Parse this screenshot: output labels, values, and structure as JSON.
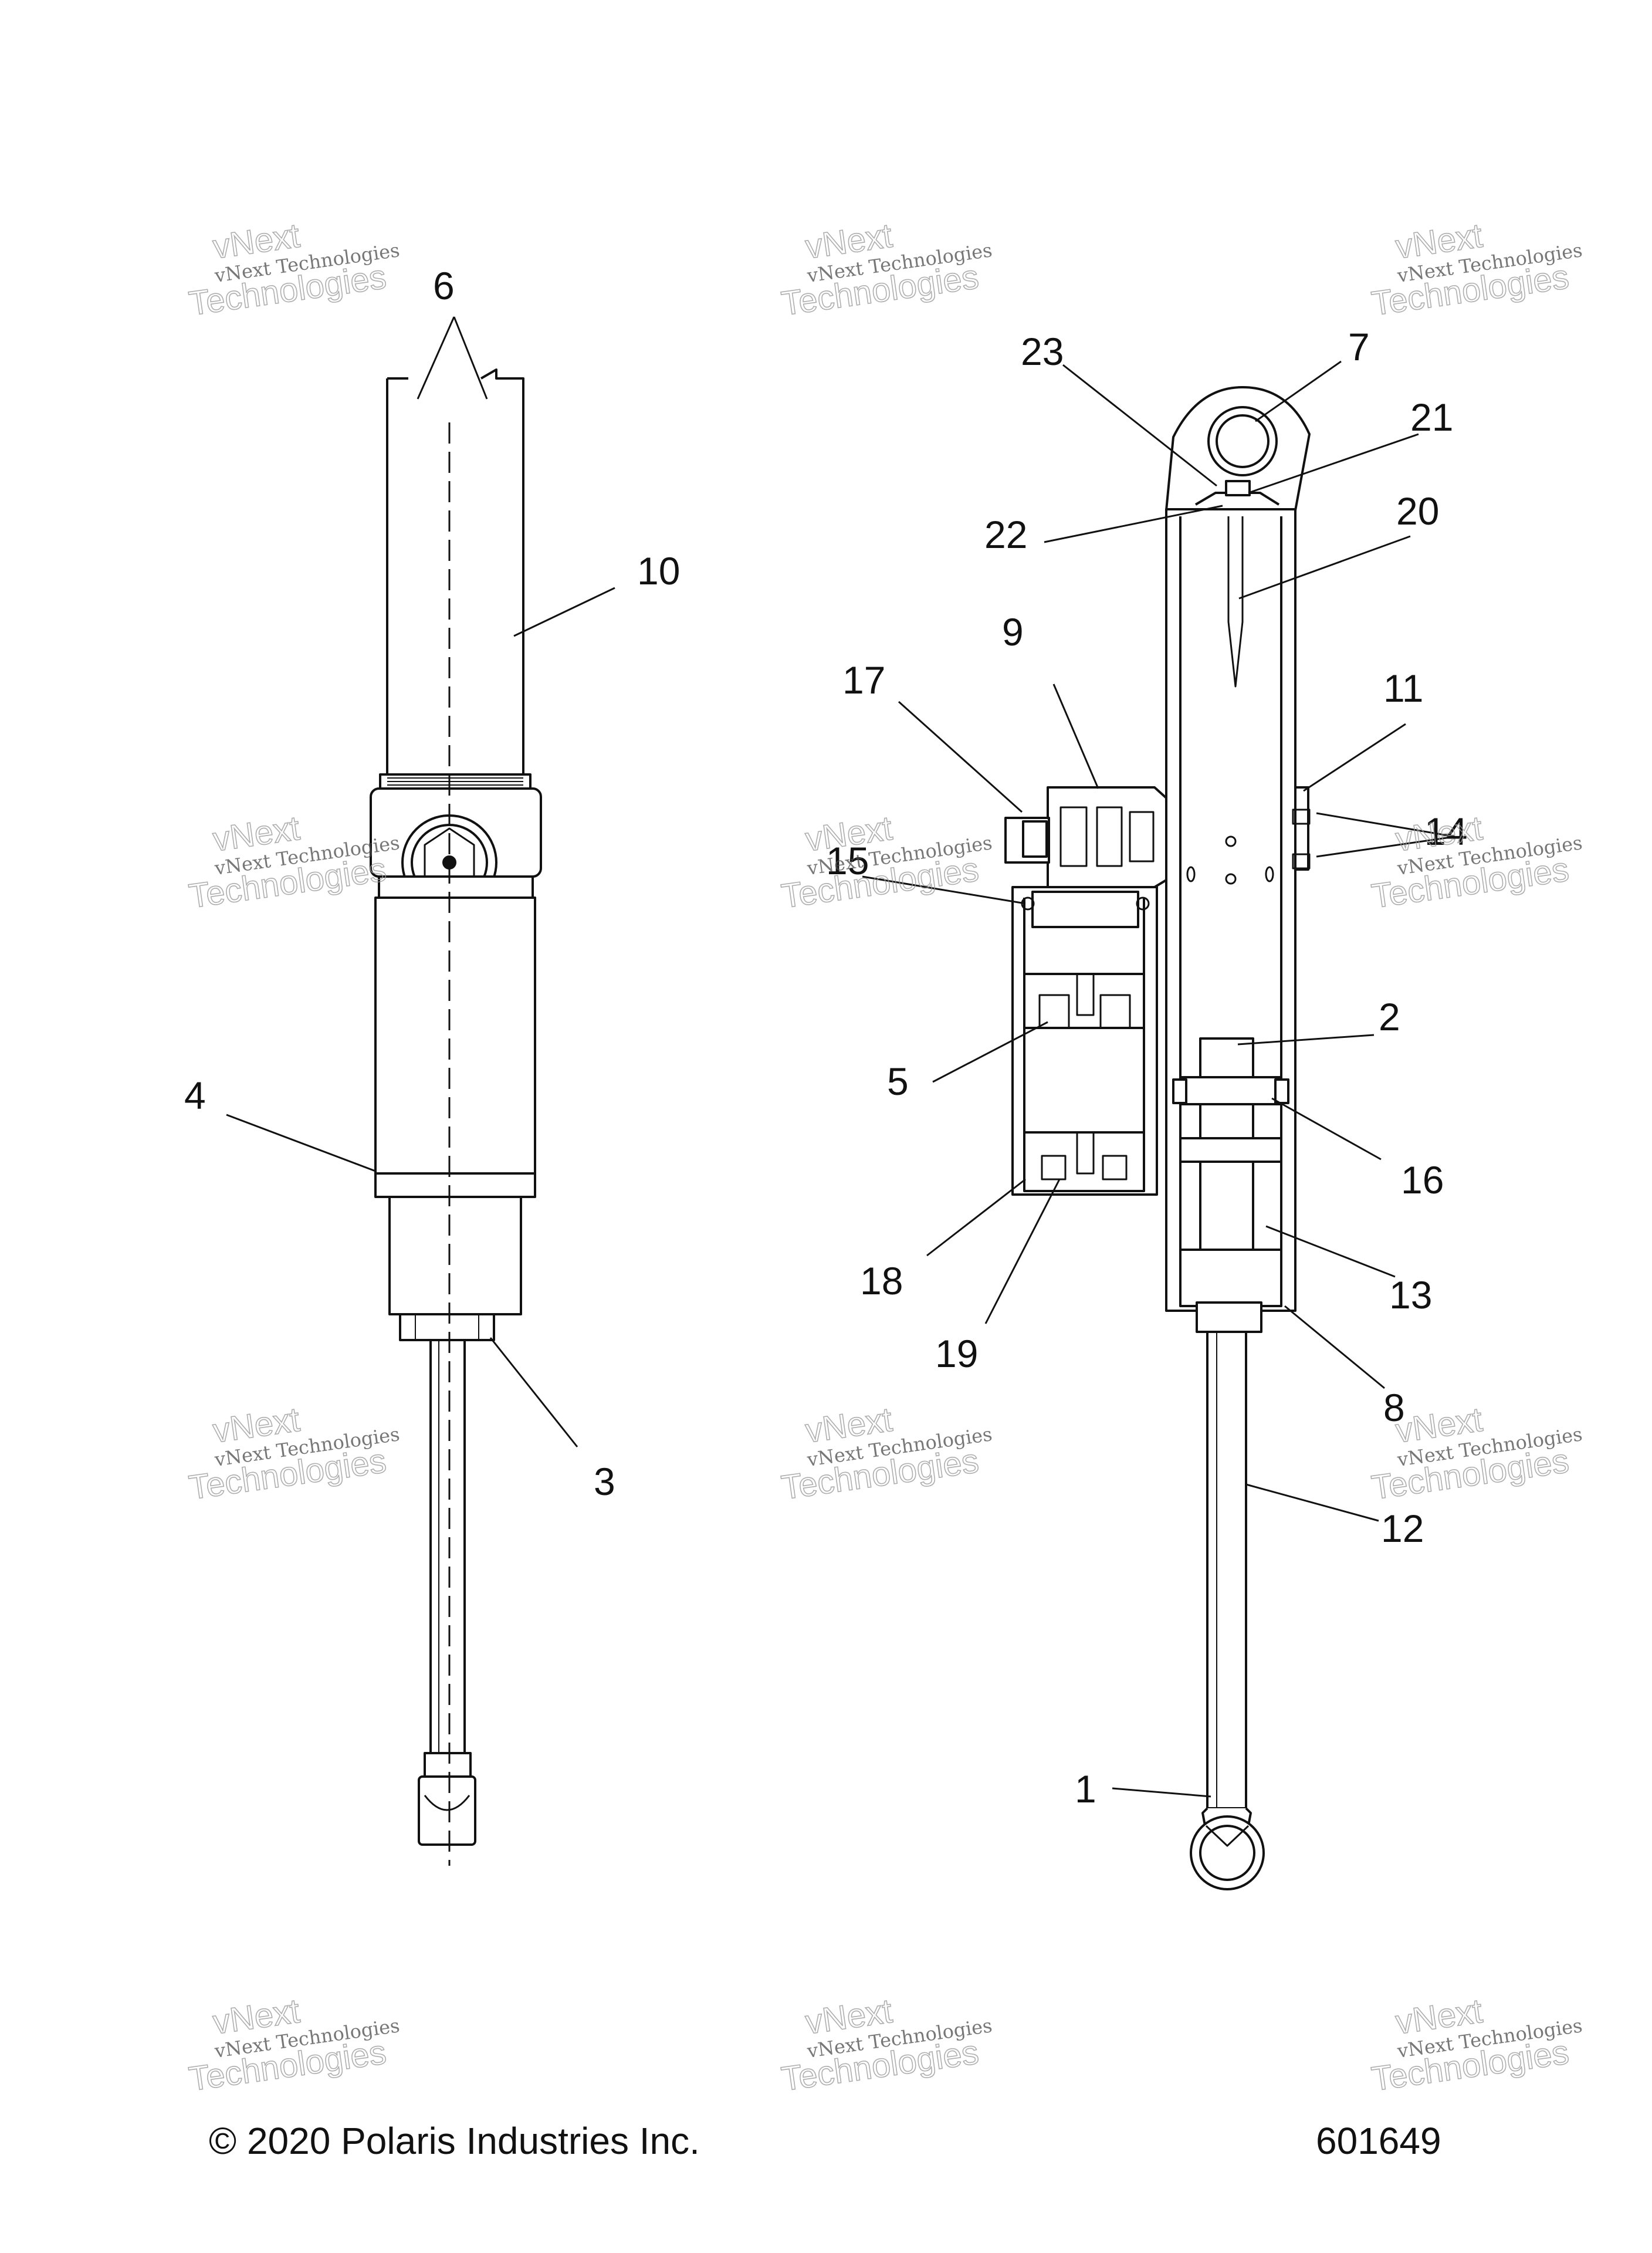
{
  "callouts": [
    "1",
    "2",
    "3",
    "4",
    "5",
    "6",
    "7",
    "8",
    "9",
    "10",
    "11",
    "12",
    "13",
    "14",
    "15",
    "16",
    "17",
    "18",
    "19",
    "20",
    "21",
    "22",
    "23"
  ],
  "watermark": {
    "line1": "vNext Technologies",
    "line2": "vNext",
    "line3": "Technologies"
  },
  "footer": {
    "copyright": "© 2020 Polaris Industries Inc.",
    "part_number": "601649"
  },
  "colors": {
    "ink": "#111111",
    "watermark": "#9a9a9a",
    "background": "#ffffff"
  }
}
